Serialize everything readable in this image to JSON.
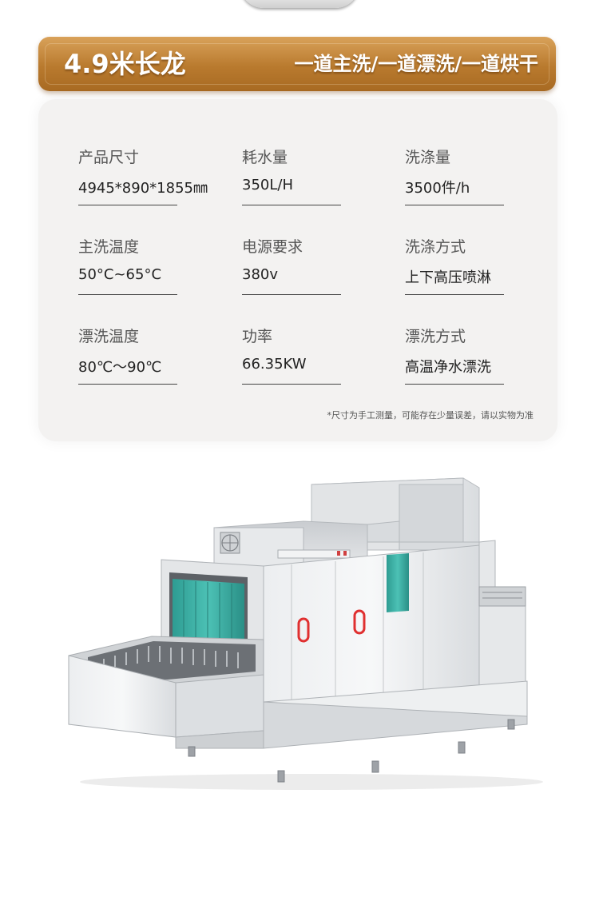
{
  "banner": {
    "left": "4.9米长龙",
    "right": "一道主洗/一道漂洗/一道烘干"
  },
  "specs": [
    {
      "label": "产品尺寸",
      "value": "4945*890*1855㎜"
    },
    {
      "label": "耗水量",
      "value": "350L/H"
    },
    {
      "label": "洗涤量",
      "value": "3500件/h"
    },
    {
      "label": "主洗温度",
      "value": "50°C~65°C"
    },
    {
      "label": "电源要求",
      "value": "380v"
    },
    {
      "label": "洗涤方式",
      "value": "上下高压喷淋"
    },
    {
      "label": "漂洗温度",
      "value": "80℃～90℃"
    },
    {
      "label": "功率",
      "value": "66.35KW"
    },
    {
      "label": "漂洗方式",
      "value": "高温净水漂洗"
    }
  ],
  "note": "*尺寸为手工测量，可能存在少量误差，请以实物为准",
  "colors": {
    "banner_gold": "#b97a2e",
    "card_bg": "#f3f2f1",
    "curtain_teal": "#3aaea3",
    "handle_red": "#e03030"
  }
}
